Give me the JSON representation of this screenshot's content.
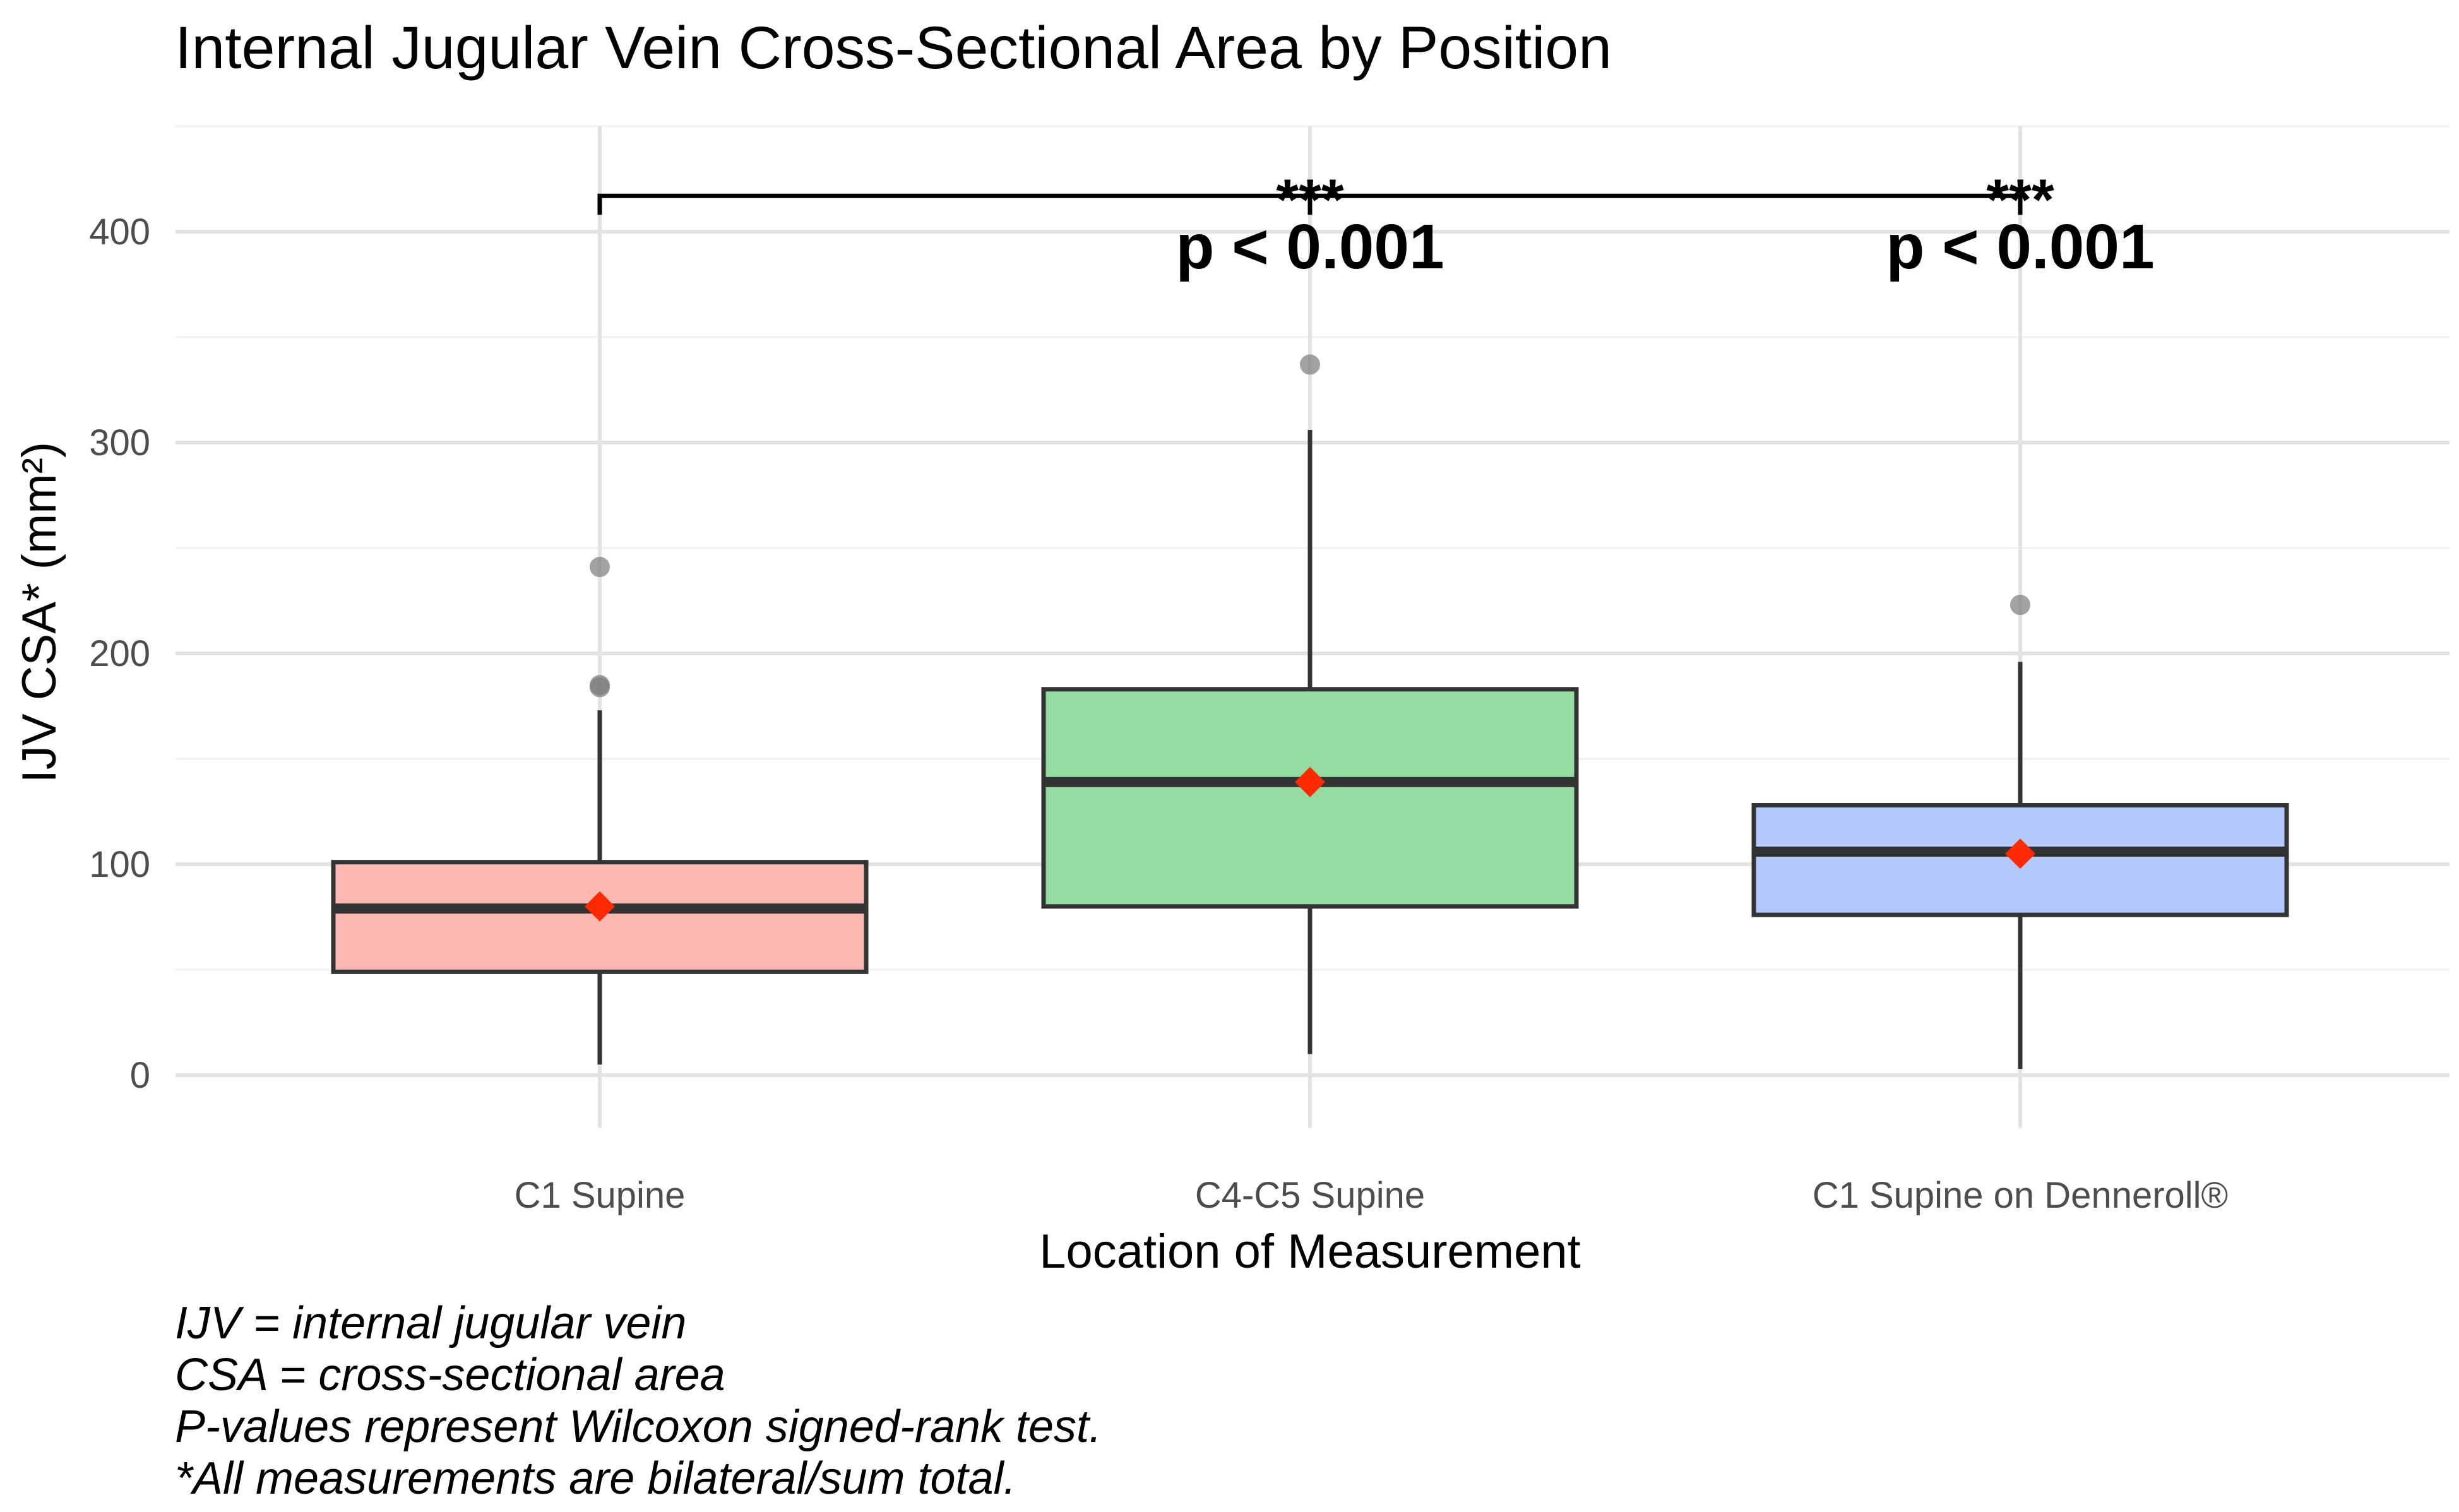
{
  "chart_data": {
    "type": "box",
    "title": "Internal Jugular Vein Cross-Sectional Area by Position",
    "xlabel": "Location of Measurement",
    "ylabel": "IJV CSA* (mm²)",
    "ylim": [
      -25,
      450
    ],
    "yticks": [
      0,
      100,
      200,
      300,
      400
    ],
    "grid": true,
    "categories": [
      "C1 Supine",
      "C4-C5 Supine",
      "C1 Supine on Denneroll®"
    ],
    "colors": [
      "#fcb8b3",
      "#93dba0",
      "#b4c9fb"
    ],
    "mean_color": "#ff2a00",
    "boxes": [
      {
        "q1": 49,
        "median": 79,
        "q3": 101,
        "whisker_low": 5,
        "whisker_high": 173,
        "mean": 80,
        "outliers": [
          241,
          185,
          184
        ]
      },
      {
        "q1": 80,
        "median": 139,
        "q3": 183,
        "whisker_low": 10,
        "whisker_high": 306,
        "mean": 139,
        "outliers": [
          337
        ]
      },
      {
        "q1": 76,
        "median": 106,
        "q3": 128,
        "whisker_low": 3,
        "whisker_high": 196,
        "mean": 105,
        "outliers": [
          223
        ]
      }
    ],
    "bracket_y": 417,
    "annotations": [
      {
        "category": 1,
        "stars": "***",
        "text": "p < 0.001"
      },
      {
        "category": 2,
        "stars": "***",
        "text": "p < 0.001"
      }
    ],
    "caption": [
      "IJV = internal jugular vein",
      "CSA = cross-sectional area",
      "P-values represent Wilcoxon signed-rank test.",
      "*All measurements are bilateral/sum total."
    ]
  }
}
